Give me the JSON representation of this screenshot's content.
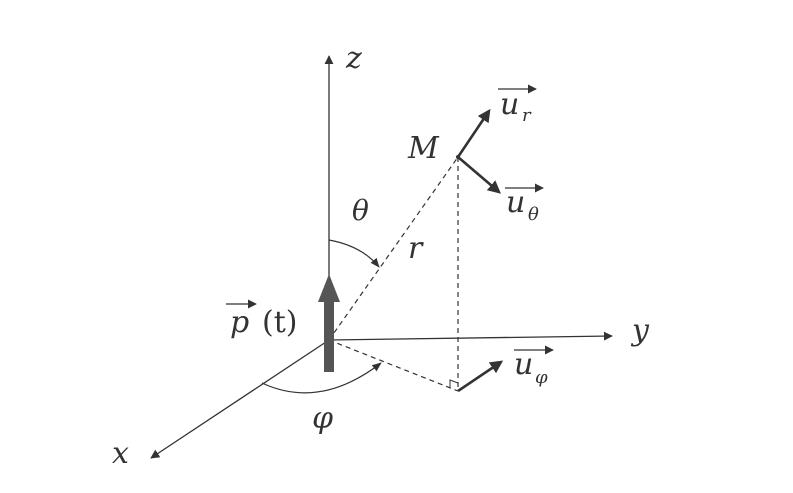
{
  "labels": {
    "z": "z",
    "y": "y",
    "x": "x",
    "M": "M",
    "r": "r",
    "theta": "θ",
    "phi": "φ",
    "p_letter": "p",
    "p_arg": "(t)",
    "u_letter": "u",
    "u_r_sub": "r",
    "u_theta_sub": "θ",
    "u_phi_sub": "φ"
  },
  "colors": {
    "ink": "#333333",
    "dipole": "#555555",
    "background": "#ffffff"
  }
}
